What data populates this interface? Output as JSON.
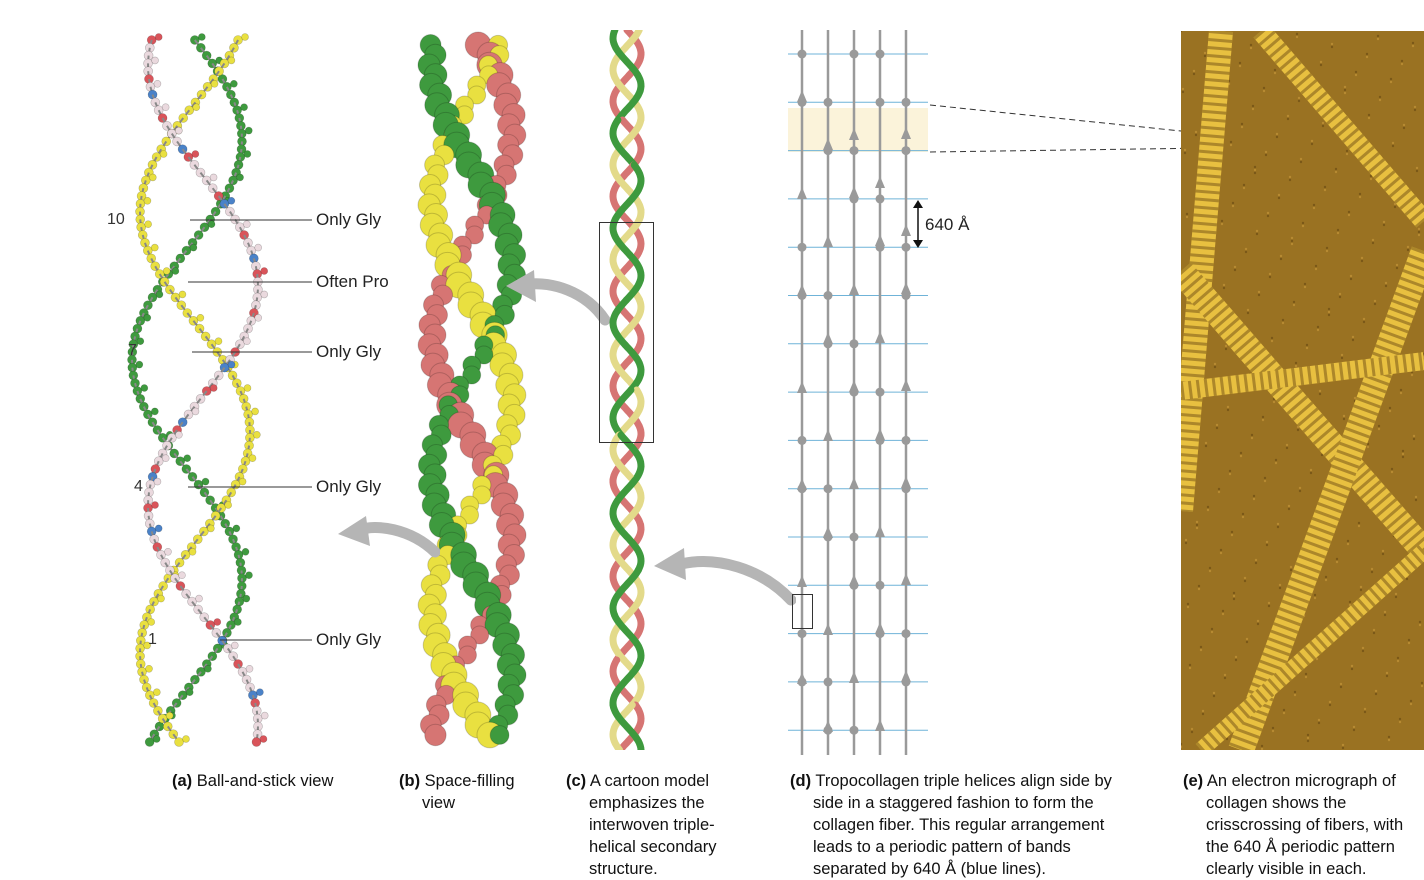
{
  "panel_a": {
    "residue_numbers": [
      "10",
      "7",
      "4",
      "1"
    ],
    "labels": [
      "Only Gly",
      "Often Pro",
      "Only Gly",
      "Only Gly",
      "Only Gly"
    ],
    "caption_letter": "(a)",
    "caption_text": "Ball-and-stick view"
  },
  "panel_b": {
    "caption_letter": "(b)",
    "caption_line1": "Space-filling",
    "caption_line2": "view"
  },
  "panel_c": {
    "caption_letter": "(c)",
    "caption_line1": "A cartoon model",
    "caption_line2": "emphasizes the",
    "caption_line3": "interwoven triple-",
    "caption_line4": "helical secondary",
    "caption_line5": "structure."
  },
  "panel_d": {
    "period_label": "640 Å",
    "caption_letter": "(d)",
    "caption_line1": "Tropocollagen triple helices align side by",
    "caption_line2": "side in a staggered fashion to form the",
    "caption_line3": "collagen fiber. This regular arrangement",
    "caption_line4": "leads to a periodic pattern of bands",
    "caption_line5": "separated by 640 Å (blue lines)."
  },
  "panel_e": {
    "caption_letter": "(e)",
    "caption_line1": "An electron micrograph of",
    "caption_line2": "collagen shows the",
    "caption_line3": "crisscrossing of fibers, with",
    "caption_line4": "the 640 Å periodic pattern",
    "caption_line5": "clearly visible in each."
  },
  "colors": {
    "strand_green": "#3e9a3e",
    "strand_yellow": "#e9e040",
    "strand_red": "#d67573",
    "band_blue": "#6fb3d8",
    "fiber_gray": "#9a9a9a",
    "micrograph_bg": "#9a7222",
    "fiber_gold": "#e8c040"
  }
}
